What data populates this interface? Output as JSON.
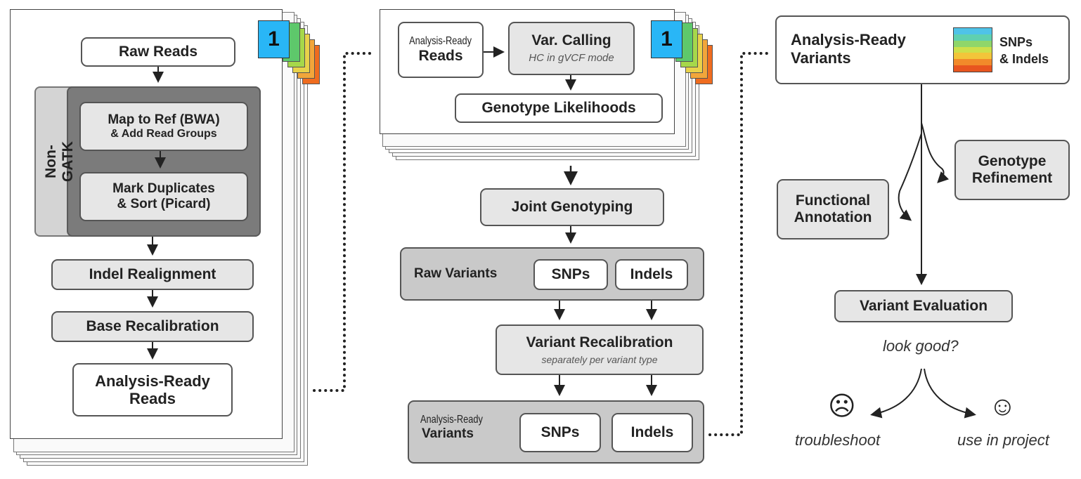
{
  "panel1": {
    "badge": "1",
    "raw_reads": "Raw Reads",
    "non_gatk": "Non-GATK",
    "map_to_ref": "Map to Ref (BWA)",
    "add_read_groups": "& Add Read Groups",
    "mark_duplicates": "Mark Duplicates",
    "sort_picard": "& Sort (Picard)",
    "indel_realignment": "Indel Realignment",
    "base_recalibration": "Base Recalibration",
    "analysis_ready_reads_1": "Analysis-Ready",
    "analysis_ready_reads_2": "Reads"
  },
  "panel2": {
    "badge": "1",
    "ar_reads_small": "Analysis-Ready",
    "ar_reads_big": "Reads",
    "var_calling": "Var. Calling",
    "hc_mode": "HC in gVCF mode",
    "genotype_likelihoods": "Genotype Likelihoods",
    "joint_genotyping": "Joint Genotyping",
    "raw_variants": "Raw Variants",
    "snps": "SNPs",
    "indels": "Indels",
    "variant_recalibration": "Variant Recalibration",
    "separately": "separately per variant type",
    "ar_variants_small": "Analysis-Ready",
    "ar_variants_big": "Variants",
    "snps2": "SNPs",
    "indels2": "Indels"
  },
  "panel3": {
    "title_1": "Analysis-Ready",
    "title_2": "Variants",
    "legend_1": "SNPs",
    "legend_2": "& Indels",
    "genotype_refinement_1": "Genotype",
    "genotype_refinement_2": "Refinement",
    "functional_annotation_1": "Functional",
    "functional_annotation_2": "Annotation",
    "variant_evaluation": "Variant Evaluation",
    "look_good": "look good?",
    "troubleshoot": "troubleshoot",
    "use_in_project": "use in project",
    "sad_face": "☹",
    "happy_face": "☺"
  },
  "colors": {
    "badge": "#29b6f6",
    "stack_tabs": [
      "#5ec86b",
      "#a6d84a",
      "#e8d24a",
      "#f2a63a",
      "#ef6c1f"
    ],
    "spectrum": [
      "#4fc3e8",
      "#5fd0b0",
      "#8fd66a",
      "#cde04a",
      "#f2c53a",
      "#f28a2a",
      "#e8551f"
    ]
  }
}
